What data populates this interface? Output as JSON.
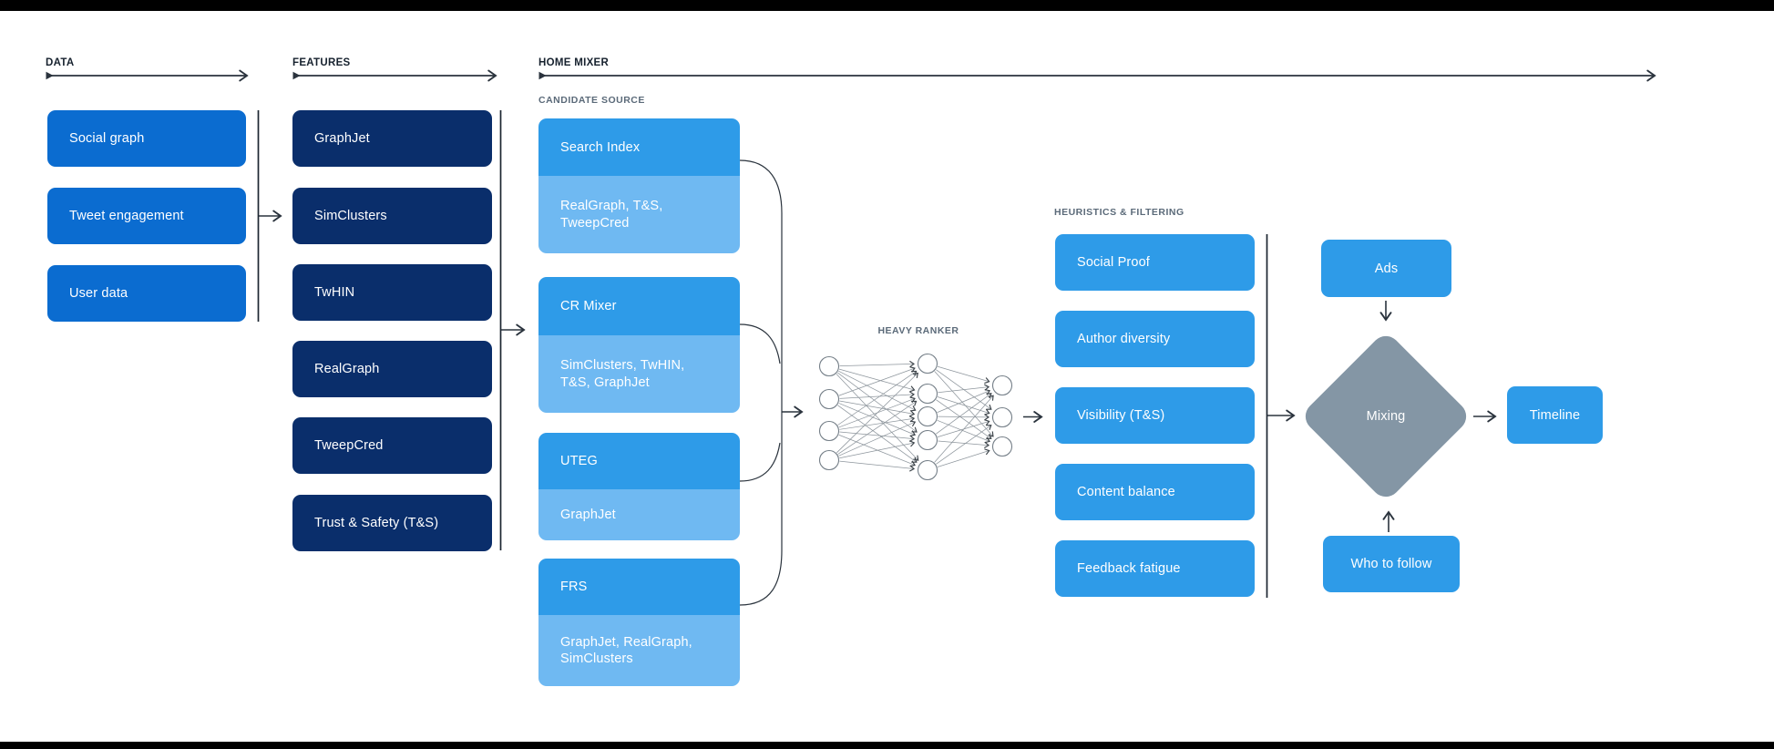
{
  "header_sections": {
    "data": "DATA",
    "features": "FEATURES",
    "home_mixer": "HOME MIXER"
  },
  "data_column": {
    "items": [
      "Social graph",
      "Tweet engagement",
      "User data"
    ]
  },
  "features_column": {
    "items": [
      "GraphJet",
      "SimClusters",
      "TwHIN",
      "RealGraph",
      "TweepCred",
      "Trust & Safety (T&S)"
    ]
  },
  "candidate_source": {
    "label": "CANDIDATE SOURCE",
    "items": [
      {
        "name": "Search Index",
        "features": "RealGraph, T&S, TweepCred"
      },
      {
        "name": "CR Mixer",
        "features": "SimClusters, TwHIN, T&S, GraphJet"
      },
      {
        "name": "UTEG",
        "features": "GraphJet"
      },
      {
        "name": "FRS",
        "features": "GraphJet, RealGraph, SimClusters"
      }
    ]
  },
  "heavy_ranker": {
    "label": "HEAVY RANKER",
    "network": {
      "input_nodes": 4,
      "hidden_nodes": 5,
      "output_nodes": 3
    }
  },
  "heuristics": {
    "label": "HEURISTICS & FILTERING",
    "items": [
      "Social Proof",
      "Author diversity",
      "Visibility (T&S)",
      "Content balance",
      "Feedback fatigue"
    ]
  },
  "mixing_stage": {
    "ads": "Ads",
    "mixing": "Mixing",
    "who_to_follow": "Who to follow",
    "timeline": "Timeline"
  },
  "colors": {
    "data_box": "#0B6CD0",
    "features_box": "#0A2E6B",
    "candidate_header": "#2E9BE8",
    "candidate_body": "#6FB9F2",
    "filter_box": "#2E9BE8",
    "diamond": "#8496A5",
    "line": "#2A333D",
    "section_label": "#16212E",
    "sub_label": "#5B6A79",
    "frame_bar": "#000000",
    "text_on_fill": "#FFFFFF"
  }
}
